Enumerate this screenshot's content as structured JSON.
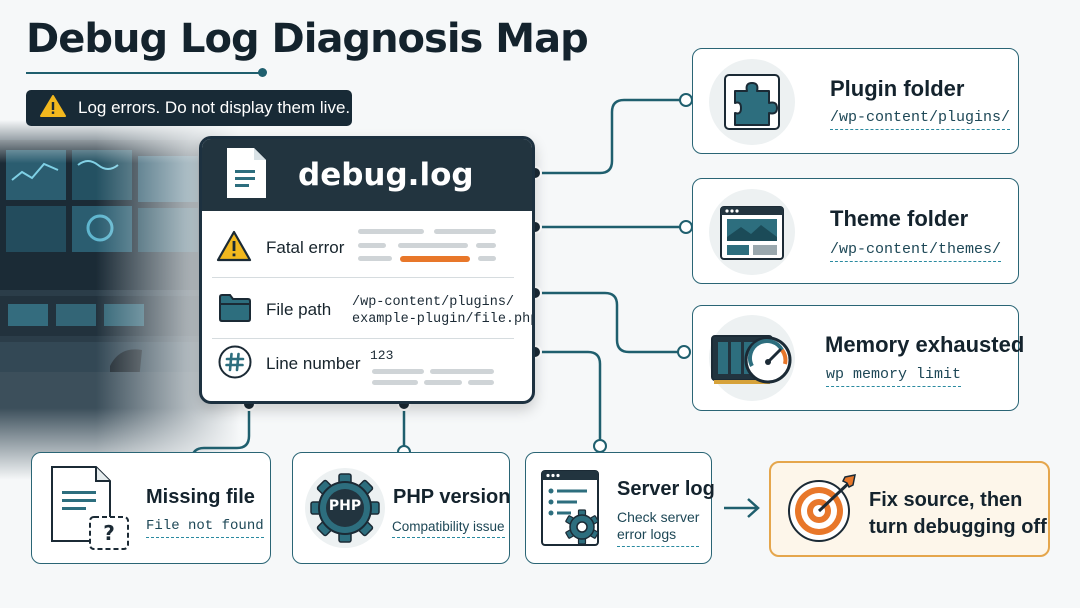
{
  "title": "Debug Log Diagnosis Map",
  "warning": "Log errors. Do not display them live.",
  "log_card": {
    "name": "debug.log",
    "fatal_label": "Fatal error",
    "path_label": "File path",
    "path_value_line1": "/wp-content/plugins/",
    "path_value_line2": "example-plugin/file.php",
    "line_label": "Line number",
    "line_value": "123"
  },
  "right_cards": [
    {
      "title": "Plugin folder",
      "path": "/wp-content/plugins/",
      "icon": "puzzle-icon"
    },
    {
      "title": "Theme folder",
      "path": "/wp-content/themes/",
      "icon": "theme-window-icon"
    },
    {
      "title": "Memory exhausted",
      "path": "wp memory limit",
      "icon": "memory-gauge-icon"
    }
  ],
  "bottom_cards": [
    {
      "title": "Missing file",
      "sub": "File not found",
      "icon": "missing-file-icon"
    },
    {
      "title": "PHP version",
      "sub": "Compatibility issue",
      "icon": "php-gear-icon",
      "icon_text": "PHP"
    },
    {
      "title": "Server log",
      "sub_line1": "Check server",
      "sub_line2": "error logs",
      "icon": "server-log-icon"
    }
  ],
  "goal": {
    "line1": "Fix source, then",
    "line2": "turn debugging off",
    "icon": "target-icon"
  },
  "colors": {
    "navy": "#22343f",
    "teal": "#2a6575",
    "accent_orange": "#e8772a",
    "goal_border": "#e5a64c",
    "warning_yellow": "#f2b81e"
  }
}
